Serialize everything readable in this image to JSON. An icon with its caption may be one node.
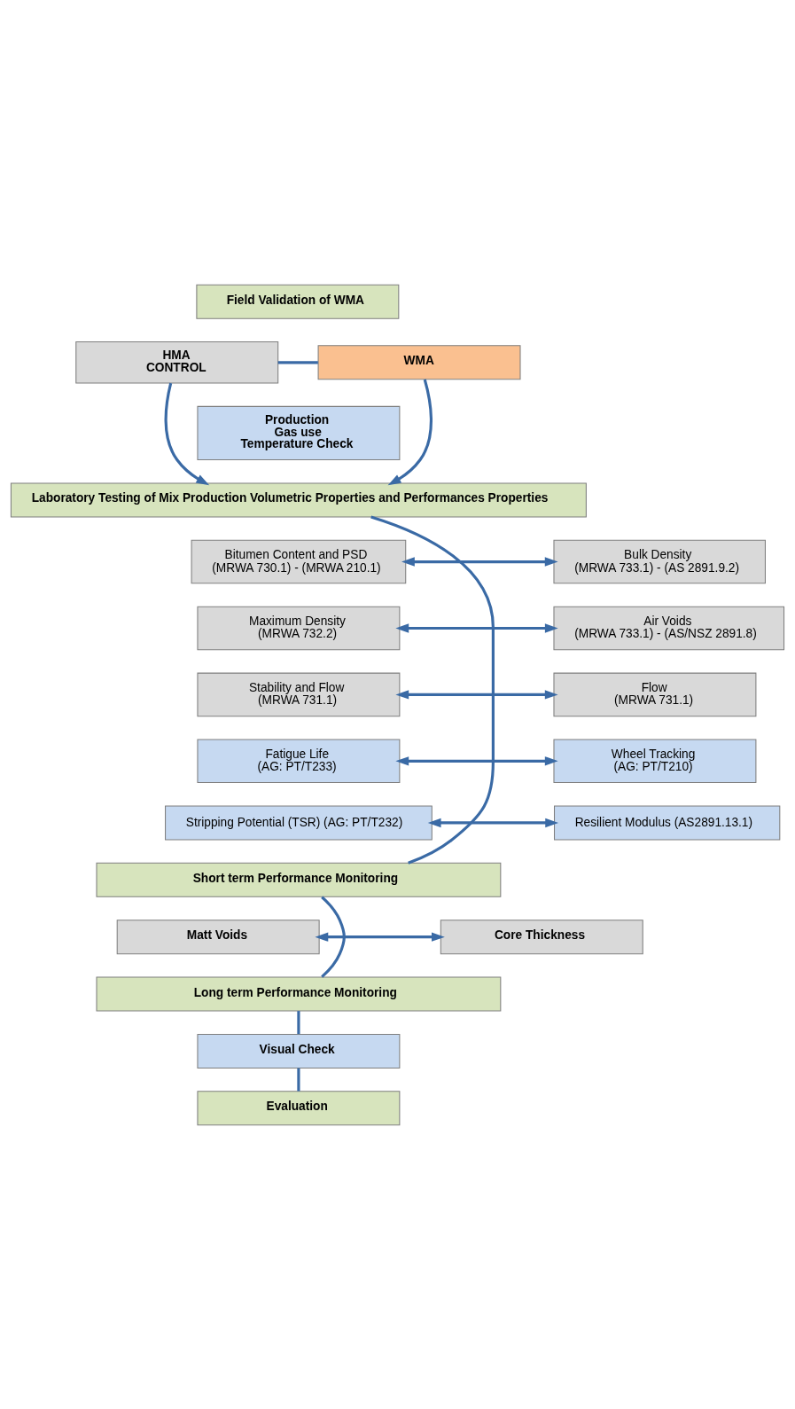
{
  "diagram": {
    "nodes": [
      {
        "text": [
          "Field Validation of WMA"
        ]
      },
      {
        "text": [
          "HMA",
          "CONTROL"
        ]
      },
      {
        "text": [
          "WMA"
        ]
      },
      {
        "text": [
          "Production",
          "Gas use",
          "Temperature Check"
        ]
      },
      {
        "text": [
          "Laboratory Testing of Mix Production Volumetric Properties and Performances Properties"
        ]
      },
      {
        "text": [
          "Bitumen Content and PSD",
          "(MRWA 730.1) - (MRWA 210.1)"
        ]
      },
      {
        "text": [
          "Bulk Density",
          "(MRWA 733.1) - (AS 2891.9.2)"
        ]
      },
      {
        "text": [
          "Maximum Density",
          "(MRWA 732.2)"
        ]
      },
      {
        "text": [
          "Air Voids",
          "(MRWA 733.1) - (AS/NSZ 2891.8)"
        ]
      },
      {
        "text": [
          "Stability and Flow",
          "(MRWA 731.1)"
        ]
      },
      {
        "text": [
          "Flow",
          "(MRWA 731.1)"
        ]
      },
      {
        "text": [
          "Fatigue Life",
          "(AG: PT/T233)"
        ]
      },
      {
        "text": [
          "Wheel Tracking",
          "(AG: PT/T210)"
        ]
      },
      {
        "text": [
          "Stripping Potential (TSR) (AG: PT/T232)"
        ]
      },
      {
        "text": [
          "Resilient Modulus (AS2891.13.1)"
        ]
      },
      {
        "text": [
          "Short term Performance Monitoring"
        ]
      },
      {
        "text": [
          "Matt Voids"
        ]
      },
      {
        "text": [
          "Core Thickness"
        ]
      },
      {
        "text": [
          "Long term Performance Monitoring"
        ]
      },
      {
        "text": [
          "Visual Check"
        ]
      },
      {
        "text": [
          "Evaluation"
        ]
      }
    ],
    "edges": [
      {
        "from": 1,
        "to": 2,
        "arrow": "none"
      },
      {
        "from": 1,
        "to": 4,
        "arrow": "to"
      },
      {
        "from": 2,
        "to": 4,
        "arrow": "to"
      },
      {
        "from": 4,
        "to": 15,
        "arrow": "none"
      },
      {
        "from": 5,
        "to": 6,
        "arrow": "both"
      },
      {
        "from": 7,
        "to": 8,
        "arrow": "both"
      },
      {
        "from": 9,
        "to": 10,
        "arrow": "both"
      },
      {
        "from": 11,
        "to": 12,
        "arrow": "both"
      },
      {
        "from": 13,
        "to": 14,
        "arrow": "both"
      },
      {
        "from": 15,
        "to": 18,
        "arrow": "none"
      },
      {
        "from": 16,
        "to": 17,
        "arrow": "both"
      },
      {
        "from": 18,
        "to": 19,
        "arrow": "none"
      },
      {
        "from": 19,
        "to": 20,
        "arrow": "none"
      }
    ]
  }
}
